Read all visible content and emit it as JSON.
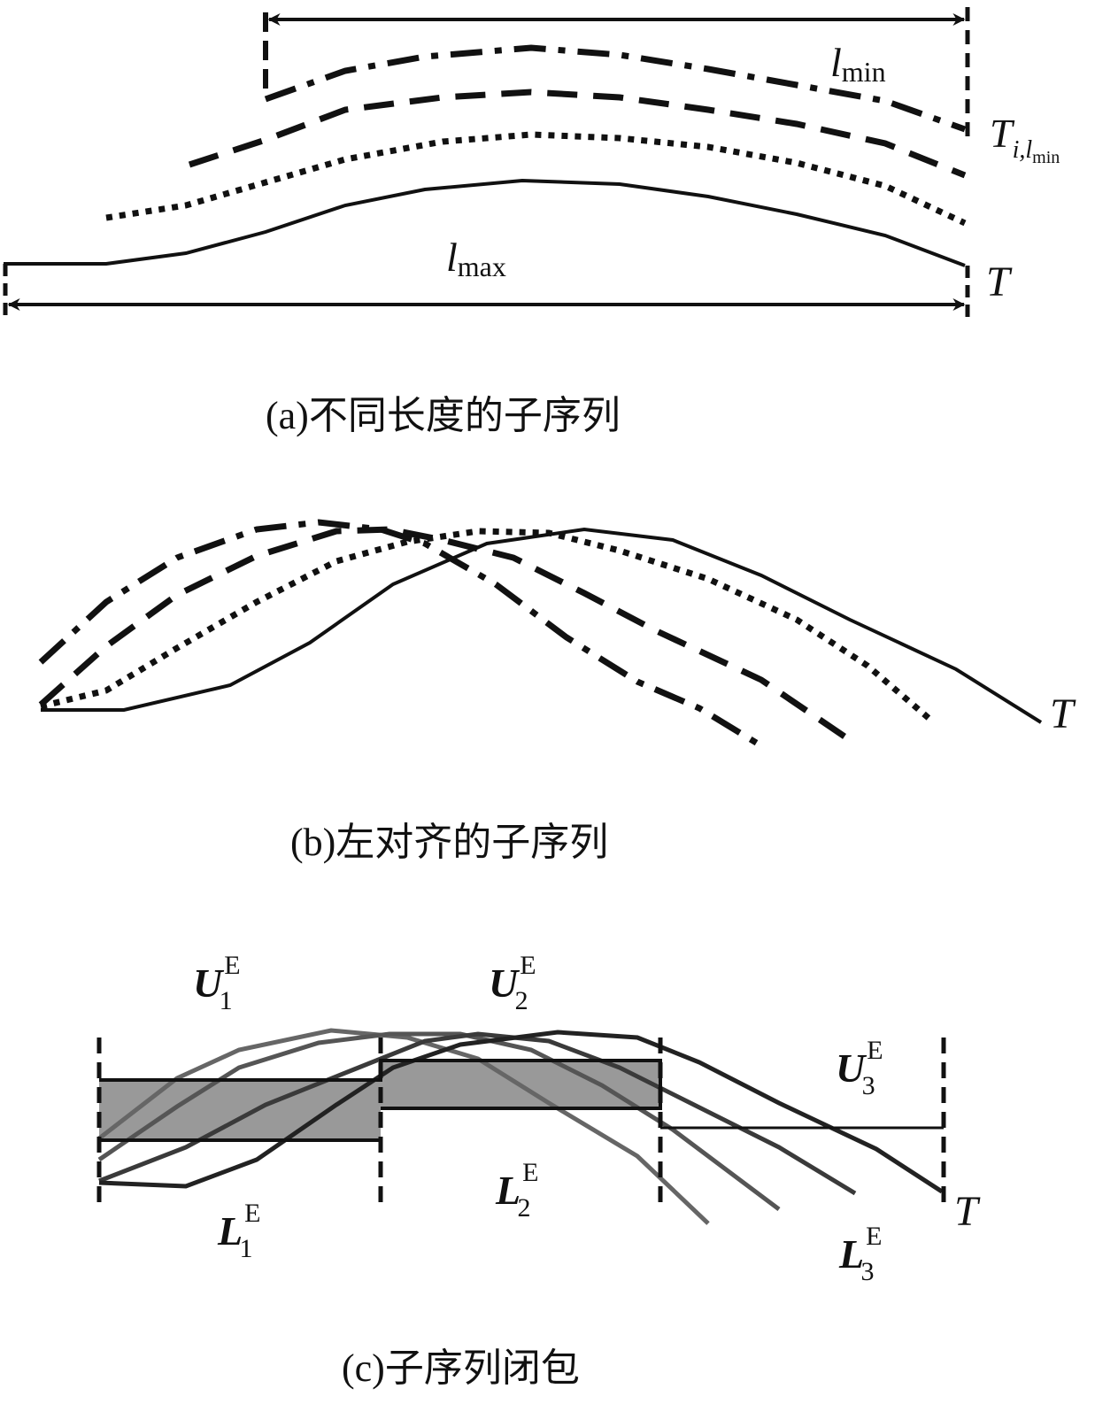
{
  "panel_a": {
    "caption": "(a)不同长度的子序列",
    "lmin": {
      "base": "l",
      "sub": "min"
    },
    "lmax": {
      "base": "l",
      "sub": "max"
    },
    "series_label": {
      "base": "T",
      "sub": "i,",
      "subsub_l": "l",
      "subsub": "min"
    },
    "T_label": "T"
  },
  "panel_b": {
    "caption": "(b)左对齐的子序列",
    "T_label": "T"
  },
  "panel_c": {
    "caption": "(c)子序列闭包",
    "T_label": "T",
    "labels": [
      {
        "base": "U",
        "sub": "1",
        "sup": "E"
      },
      {
        "base": "U",
        "sub": "2",
        "sup": "E"
      },
      {
        "base": "U",
        "sub": "3",
        "sup": "E"
      },
      {
        "base": "L",
        "sub": "1",
        "sup": "E"
      },
      {
        "base": "L",
        "sub": "2",
        "sup": "E"
      },
      {
        "base": "L",
        "sub": "3",
        "sup": "E"
      }
    ]
  },
  "colors": {
    "ink": "#111111",
    "fill_gray": "#999999",
    "line_gray_1": "#666666",
    "line_gray_2": "#444444",
    "line_gray_3": "#333333"
  }
}
